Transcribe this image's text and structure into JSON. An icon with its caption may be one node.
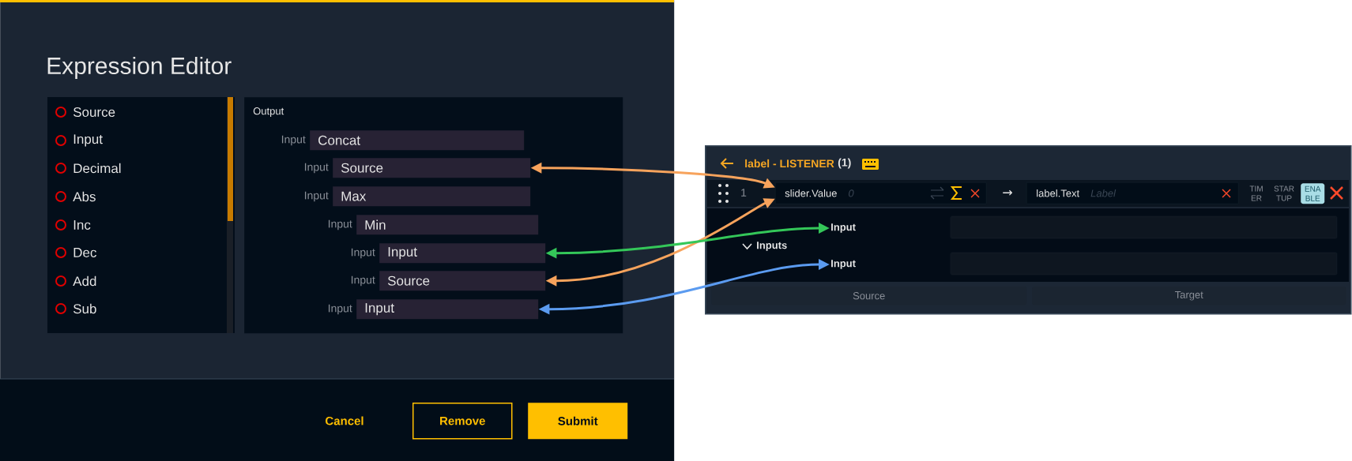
{
  "diagram": {
    "nodes": [
      {
        "text": [
          "Expression Editor"
        ]
      },
      {
        "text": [
          "Output"
        ],
        "in": 0
      },
      {
        "text": [
          "Concat"
        ],
        "beside": [
          "Input"
        ],
        "in": 1
      },
      {
        "text": [
          "Source"
        ],
        "beside": [
          "Input"
        ],
        "in": 1
      },
      {
        "text": [
          "Max"
        ],
        "beside": [
          "Input"
        ],
        "in": 1
      },
      {
        "text": [
          "Min"
        ],
        "beside": [
          "Input"
        ],
        "in": 1
      },
      {
        "text": [
          "Input"
        ],
        "beside": [
          "Input"
        ],
        "in": 1
      },
      {
        "text": [
          "Source"
        ],
        "beside": [
          "Input"
        ],
        "in": 1
      },
      {
        "text": [
          "Input"
        ],
        "beside": [
          "Input"
        ],
        "in": 1
      },
      {
        "text": [
          "Remove"
        ],
        "in": 0
      },
      {
        "text": [
          "Submit"
        ],
        "in": 0
      },
      {
        "text": [
          "label - LISTENER",
          "(1)"
        ]
      },
      {
        "text": [
          "slider.Value",
          "0"
        ],
        "in": 11
      },
      {
        "text": [
          "label.Text",
          "Label"
        ],
        "in": 11
      },
      {
        "text": [
          "ENA BLE"
        ],
        "in": 11
      },
      {
        "text": [
          "Input"
        ],
        "in": 11
      },
      {
        "text": [
          "Input"
        ],
        "in": 11
      },
      {
        "text": [
          "Source"
        ],
        "in": 11
      },
      {
        "text": [
          "Target"
        ],
        "in": 11
      }
    ],
    "edges": [
      {
        "from": 3,
        "to": 12,
        "arrow": "both",
        "color": "#f7a35c"
      },
      {
        "from": 7,
        "to": 12,
        "arrow": "both",
        "color": "#f7a35c"
      },
      {
        "from": 6,
        "to": 15,
        "arrow": "both",
        "color": "#34c759"
      },
      {
        "from": 8,
        "to": 16,
        "arrow": "both",
        "color": "#5b9bf0"
      }
    ],
    "labels": [
      "Source",
      "Input",
      "Decimal",
      "Abs",
      "Inc",
      "Dec",
      "Add",
      "Sub",
      "Cancel",
      "1",
      "→",
      "TIM ER",
      "STAR TUP",
      "Inputs"
    ]
  }
}
